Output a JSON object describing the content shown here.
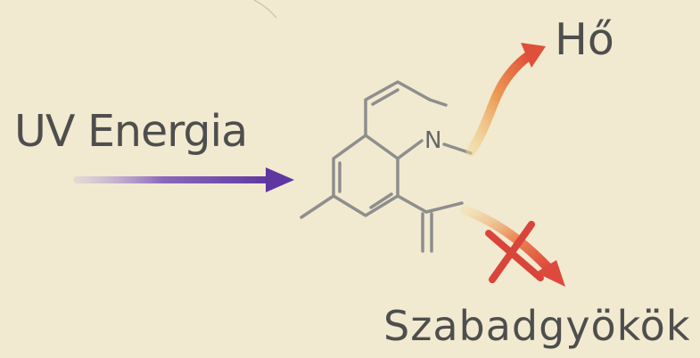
{
  "diagram": {
    "uv_label": "UV Energia",
    "heat_label": "Hő",
    "radical_label": "Szabadgyökök",
    "molecule_atom_label": "N",
    "colors": {
      "background": "#f1ead0",
      "text": "#4e4e4e",
      "molecule_bond": "#8e8e8e",
      "uv_arrow": "#6b3fa0",
      "heat_arrow": "#e0583a",
      "cross": "#d9453a"
    }
  }
}
